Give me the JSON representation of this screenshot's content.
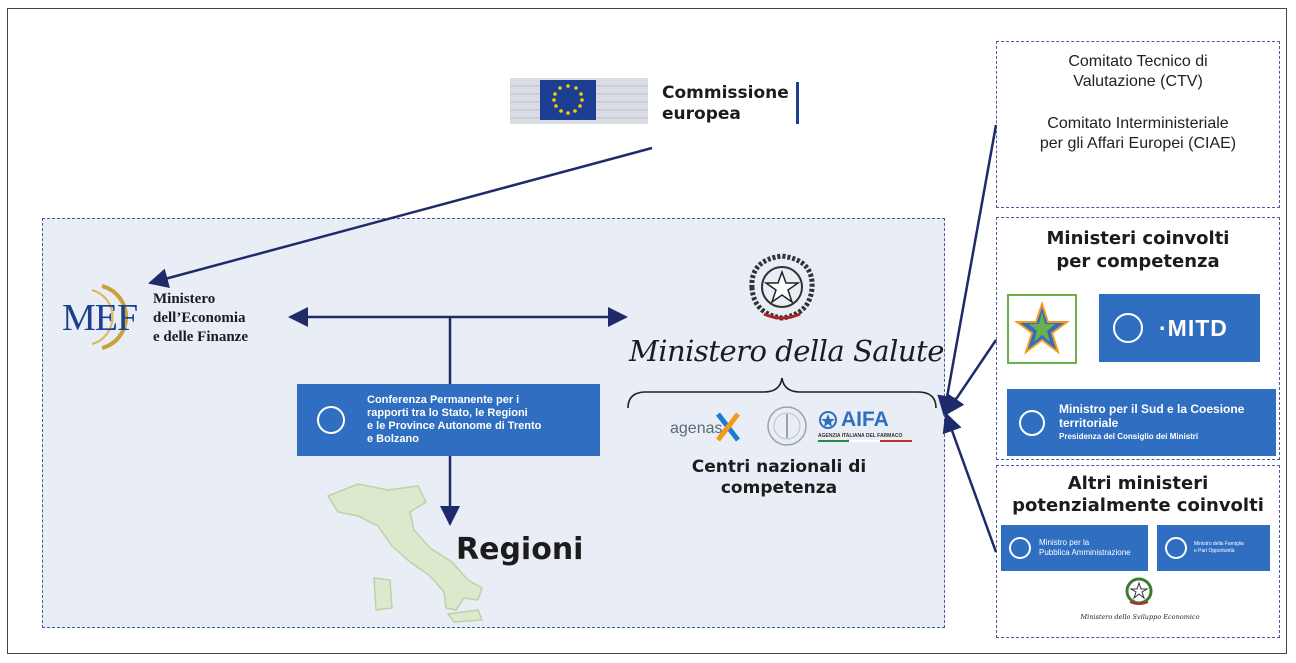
{
  "commission": {
    "line1": "Commissione",
    "line2": "europea"
  },
  "mef": {
    "logo": "MEF",
    "line1": "Ministero",
    "line2": "dell’Economia",
    "line3": "e delle Finanze"
  },
  "salute": {
    "label": "Ministero della Salute"
  },
  "conferenza": {
    "line1": "Conferenza Permanente per i",
    "line2": "rapporti tra lo Stato, le Regioni",
    "line3": "e le Province Autonome di Trento",
    "line4": "e Bolzano"
  },
  "centri": {
    "line1": "Centri nazionali di",
    "line2": "competenza",
    "agenas": "agenas.",
    "aifa": "AIFA",
    "aifa_sub": "AGENZIA ITALIANA DEL FARMACO"
  },
  "regioni": {
    "label": "Regioni"
  },
  "committees": {
    "ctv_line1": "Comitato Tecnico di",
    "ctv_line2": "Valutazione (CTV)",
    "ciae_line1": "Comitato Interministeriale",
    "ciae_line2": "per gli Affari Europei (CIAE)"
  },
  "ministeri": {
    "title_line1": "Ministeri coinvolti",
    "title_line2": "per competenza",
    "mitd": "·MITD",
    "sud_line1": "Ministro per il Sud e la Coesione",
    "sud_line2": "territoriale",
    "sud_line3": "Presidenza del Consiglio dei Ministri"
  },
  "altri": {
    "title_line1": "Altri ministeri",
    "title_line2": "potenzialmente coinvolti",
    "pa_line1": "Ministro per la",
    "pa_line2": "Pubblica Amministrazione",
    "fam_line1": "Ministro della Famiglia",
    "fam_line2": "e Pari Opportunità",
    "mise": "Ministero dello Sviluppo Economico"
  },
  "colors": {
    "arrow": "#1f2a6b",
    "card_blue": "#2f6ec0",
    "panel": "#e9eef6",
    "eu_blue": "#1c3f94",
    "eu_star": "#f5d000",
    "emblem_green": "#3d7a34",
    "emblem_red": "#b8272b"
  }
}
